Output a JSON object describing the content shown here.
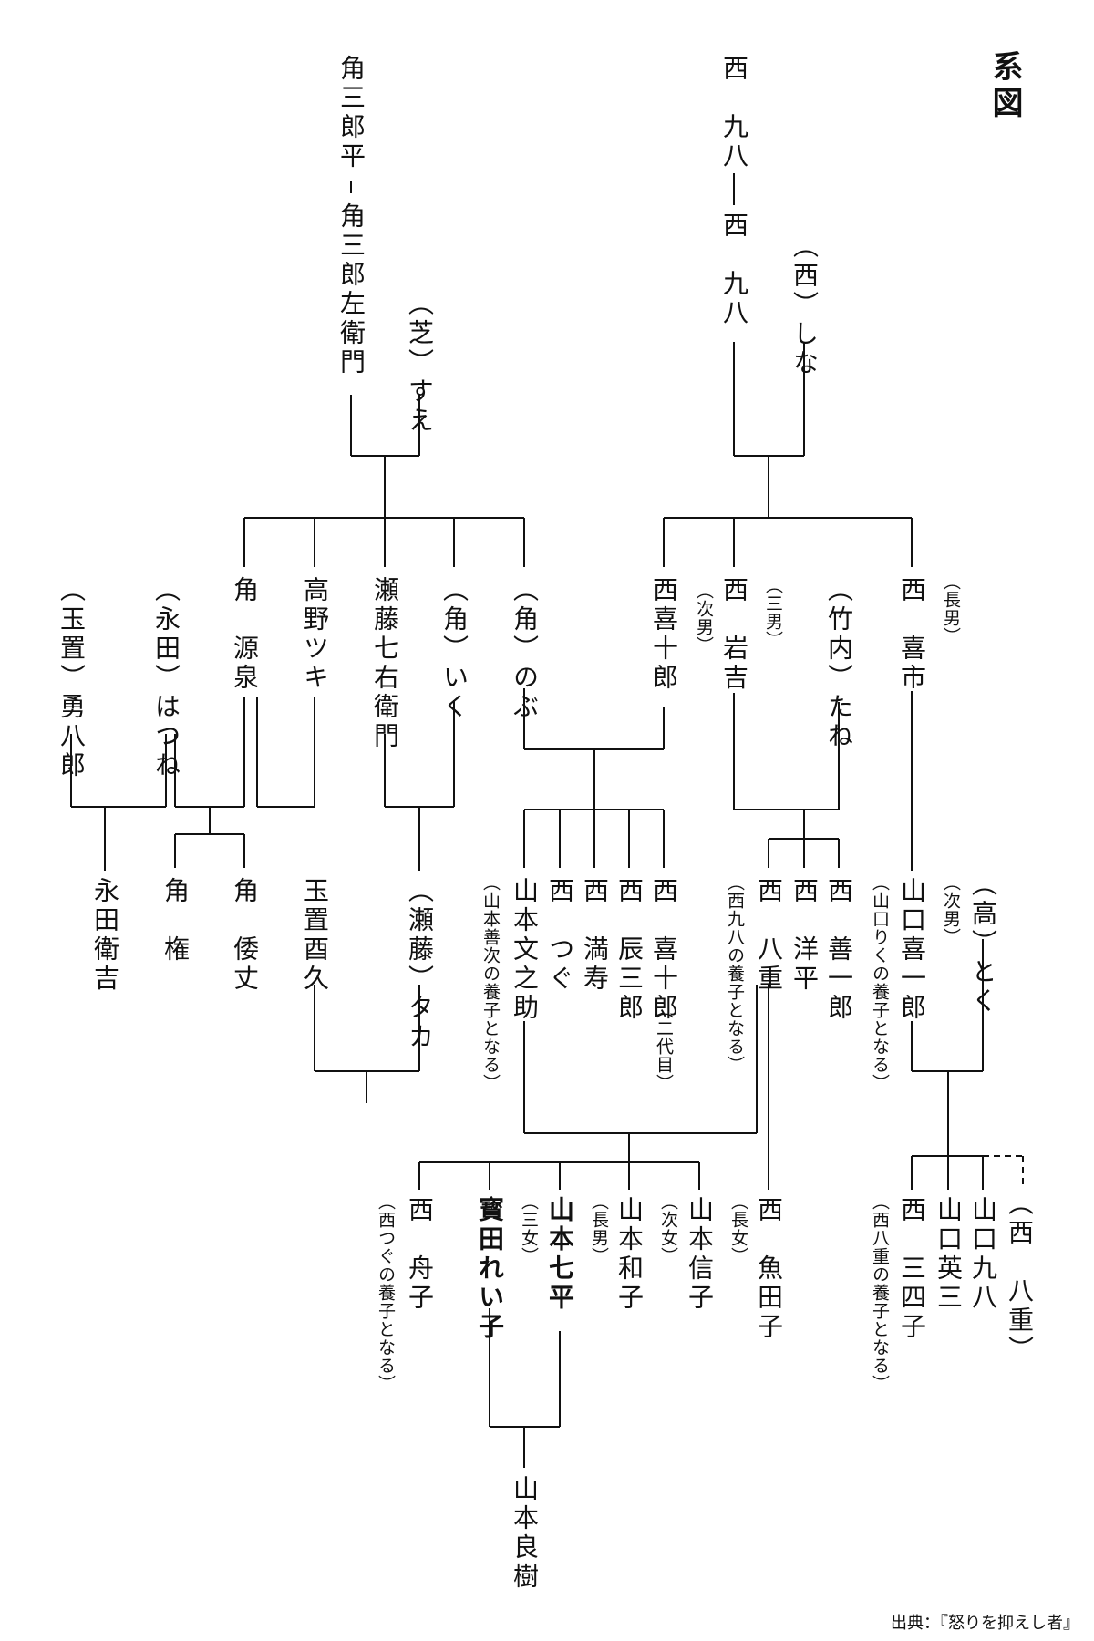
{
  "title": "系図",
  "source": "出典：『怒りを抑えし者』",
  "people": {
    "nishi_kuhachi_1": "西　九八",
    "nishi_kuhachi_2": "西　九八",
    "nishi_shina": "（西）しな",
    "kakusaburohei": "角三郎平",
    "kakusaburozaemon": "角三郎左衛門",
    "kaku_sue": "（芝）すえ",
    "nishi_kiichi": "西　喜市",
    "nishi_kiichi_note": "（長男）",
    "take_tane": "（竹内）たね",
    "nishi_iwakichi": "西　岩吉",
    "nishi_iwakichi_note": "（三男）",
    "nishi_kijuro": "西喜十郎",
    "nishi_kijuro_note": "（次男）",
    "kaku_nobu": "（角）のぶ",
    "kaku_iku": "（角）いく",
    "seto_shichiuemon": "瀬藤七右衛門",
    "takano_tsuki": "高野ツキ",
    "kaku_gensen": "角　源泉",
    "nagata_hatsune": "（永田）はつね",
    "tamaoki_yuhachiro": "（玉置）勇八郎",
    "yamaguchi_kiichiro": "山口喜一郎",
    "yamaguchi_kiichiro_note1": "（次男）",
    "yamaguchi_kiichiro_note2": "（山口りくの養子となる）",
    "taka_toku": "（高）とく",
    "nishi_zenichiro": "西　善一郎",
    "nishi_yohei": "西　洋平",
    "nishi_yae": "西　八重",
    "nishi_yae_note": "（西九八の養子となる）",
    "nishi_kijuro2": "西　喜十郎",
    "nishi_kijuro2_note": "（二代目）",
    "nishi_tatsusaburo": "西　辰三郎",
    "nishi_mitsuju": "西　満寿",
    "nishi_tsugu": "西　つぐ",
    "yamamoto_fuminosuke": "山本文之助",
    "yamamoto_fuminosuke_note": "（山本善次の養子となる）",
    "seto_taka": "（瀬藤）タカ",
    "tamaoki_saihisa": "玉置酉久",
    "kaku_wajo": "角　倭丈",
    "kaku_gon": "角　権",
    "nagata_eikichi": "永田衛吉",
    "nishi_yae2": "（西　八重）",
    "yamaguchi_kuhachi": "山口九八",
    "yamaguchi_eizo": "山口英三",
    "nishi_miyoko": "西　三四子",
    "nishi_miyoko_note": "（西八重の養子となる）",
    "nishi_uotako": "西　魚田子",
    "nishi_uotako_note": "（長女）",
    "yamamoto_nobuko": "山本信子",
    "yamamoto_kazuko": "山本和子",
    "yamamoto_kazuko_note": "（次女）",
    "yamamoto_shichihei": "山本七平",
    "yamamoto_shichihei_note": "（長男）",
    "hoden_reiko": "寳田れい子",
    "hoden_reiko_note": "（三女）",
    "nishi_shuko": "西　舟子",
    "nishi_shuko_note": "（西つぐの養子となる）",
    "yamamoto_yoshiki": "山本良樹"
  }
}
